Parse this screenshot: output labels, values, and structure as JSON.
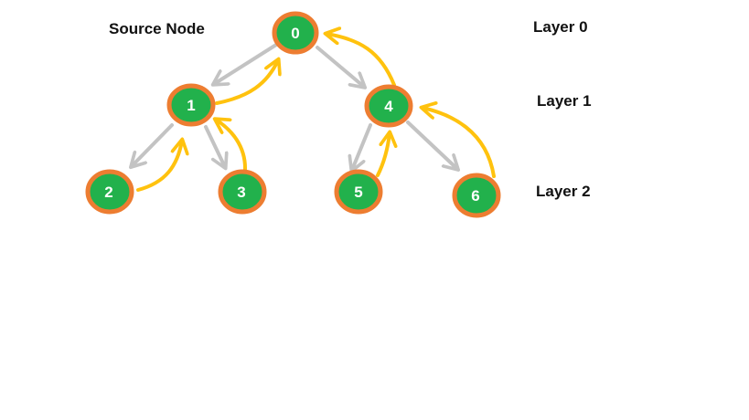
{
  "source_label": "Source Node",
  "layers": [
    "Layer 0",
    "Layer 1",
    "Layer 2"
  ],
  "nodes": [
    {
      "id": "0",
      "layer": 0
    },
    {
      "id": "1",
      "layer": 1
    },
    {
      "id": "4",
      "layer": 1
    },
    {
      "id": "2",
      "layer": 2
    },
    {
      "id": "3",
      "layer": 2
    },
    {
      "id": "5",
      "layer": 2
    },
    {
      "id": "6",
      "layer": 2
    }
  ],
  "edges_down": [
    [
      "0",
      "1"
    ],
    [
      "0",
      "4"
    ],
    [
      "1",
      "2"
    ],
    [
      "1",
      "3"
    ],
    [
      "4",
      "5"
    ],
    [
      "4",
      "6"
    ]
  ],
  "edges_up": [
    [
      "1",
      "0"
    ],
    [
      "4",
      "0"
    ],
    [
      "2",
      "1"
    ],
    [
      "3",
      "1"
    ],
    [
      "5",
      "4"
    ],
    [
      "6",
      "4"
    ]
  ],
  "colors": {
    "node_fill": "#22b14c",
    "node_border": "#ed7d31",
    "down_arrow": "#c3c3c3",
    "up_arrow": "#ffc20e",
    "text": "#111111",
    "node_text": "#ffffff"
  }
}
